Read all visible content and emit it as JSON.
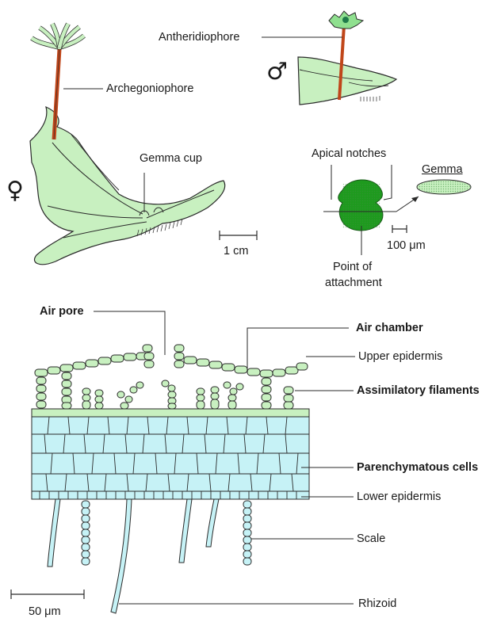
{
  "top": {
    "antheridiophore": "Antheridiophore",
    "archegoniophore": "Archegoniophore",
    "gemma_cup": "Gemma cup",
    "male_symbol": "♂",
    "female_symbol": "♀",
    "scale_1cm": "1 cm",
    "apical_notches": "Apical notches",
    "gemma": "Gemma",
    "scale_100um": "100 μm",
    "point_of_attachment_line1": "Point of",
    "point_of_attachment_line2": "attachment"
  },
  "section": {
    "air_pore": "Air pore",
    "air_chamber": "Air chamber",
    "upper_epidermis": "Upper epidermis",
    "assimilatory_filaments": "Assimilatory filaments",
    "parenchymatous_cells": "Parenchymatous cells",
    "lower_epidermis": "Lower epidermis",
    "scale": "Scale",
    "rhizoid": "Rhizoid",
    "scale_50um": "50 μm"
  },
  "colors": {
    "thallus_green": "#c8f0c0",
    "gemma_dark_green": "#1e9a1e",
    "stalk_red": "#c0461a",
    "parenchyma_blue": "#c6f2f6",
    "outline": "#2a2a2a"
  }
}
